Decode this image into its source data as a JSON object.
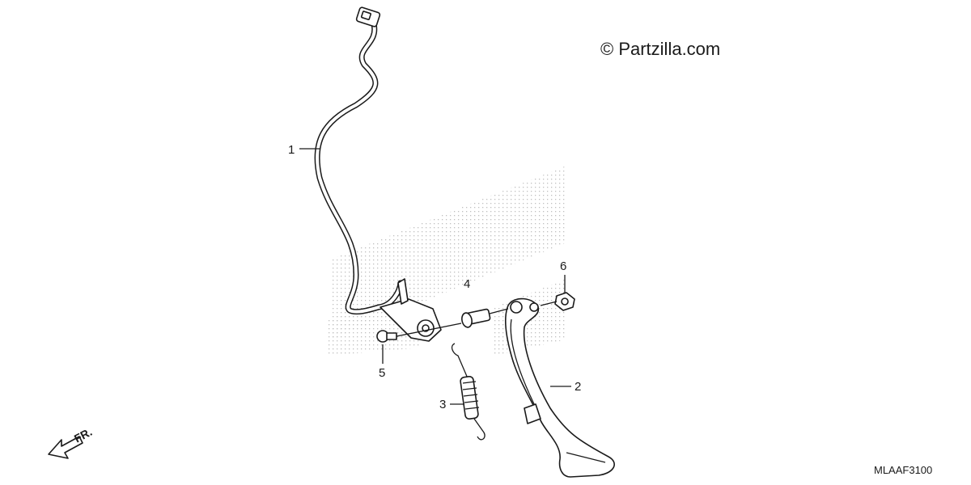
{
  "diagram": {
    "copyright": "© Partzilla.com",
    "figure_code": "MLAAF3100",
    "direction_label": "FR.",
    "callouts": [
      {
        "id": "1",
        "label": "1"
      },
      {
        "id": "2",
        "label": "2"
      },
      {
        "id": "3",
        "label": "3"
      },
      {
        "id": "4",
        "label": "4"
      },
      {
        "id": "5",
        "label": "5"
      },
      {
        "id": "6",
        "label": "6"
      }
    ]
  }
}
